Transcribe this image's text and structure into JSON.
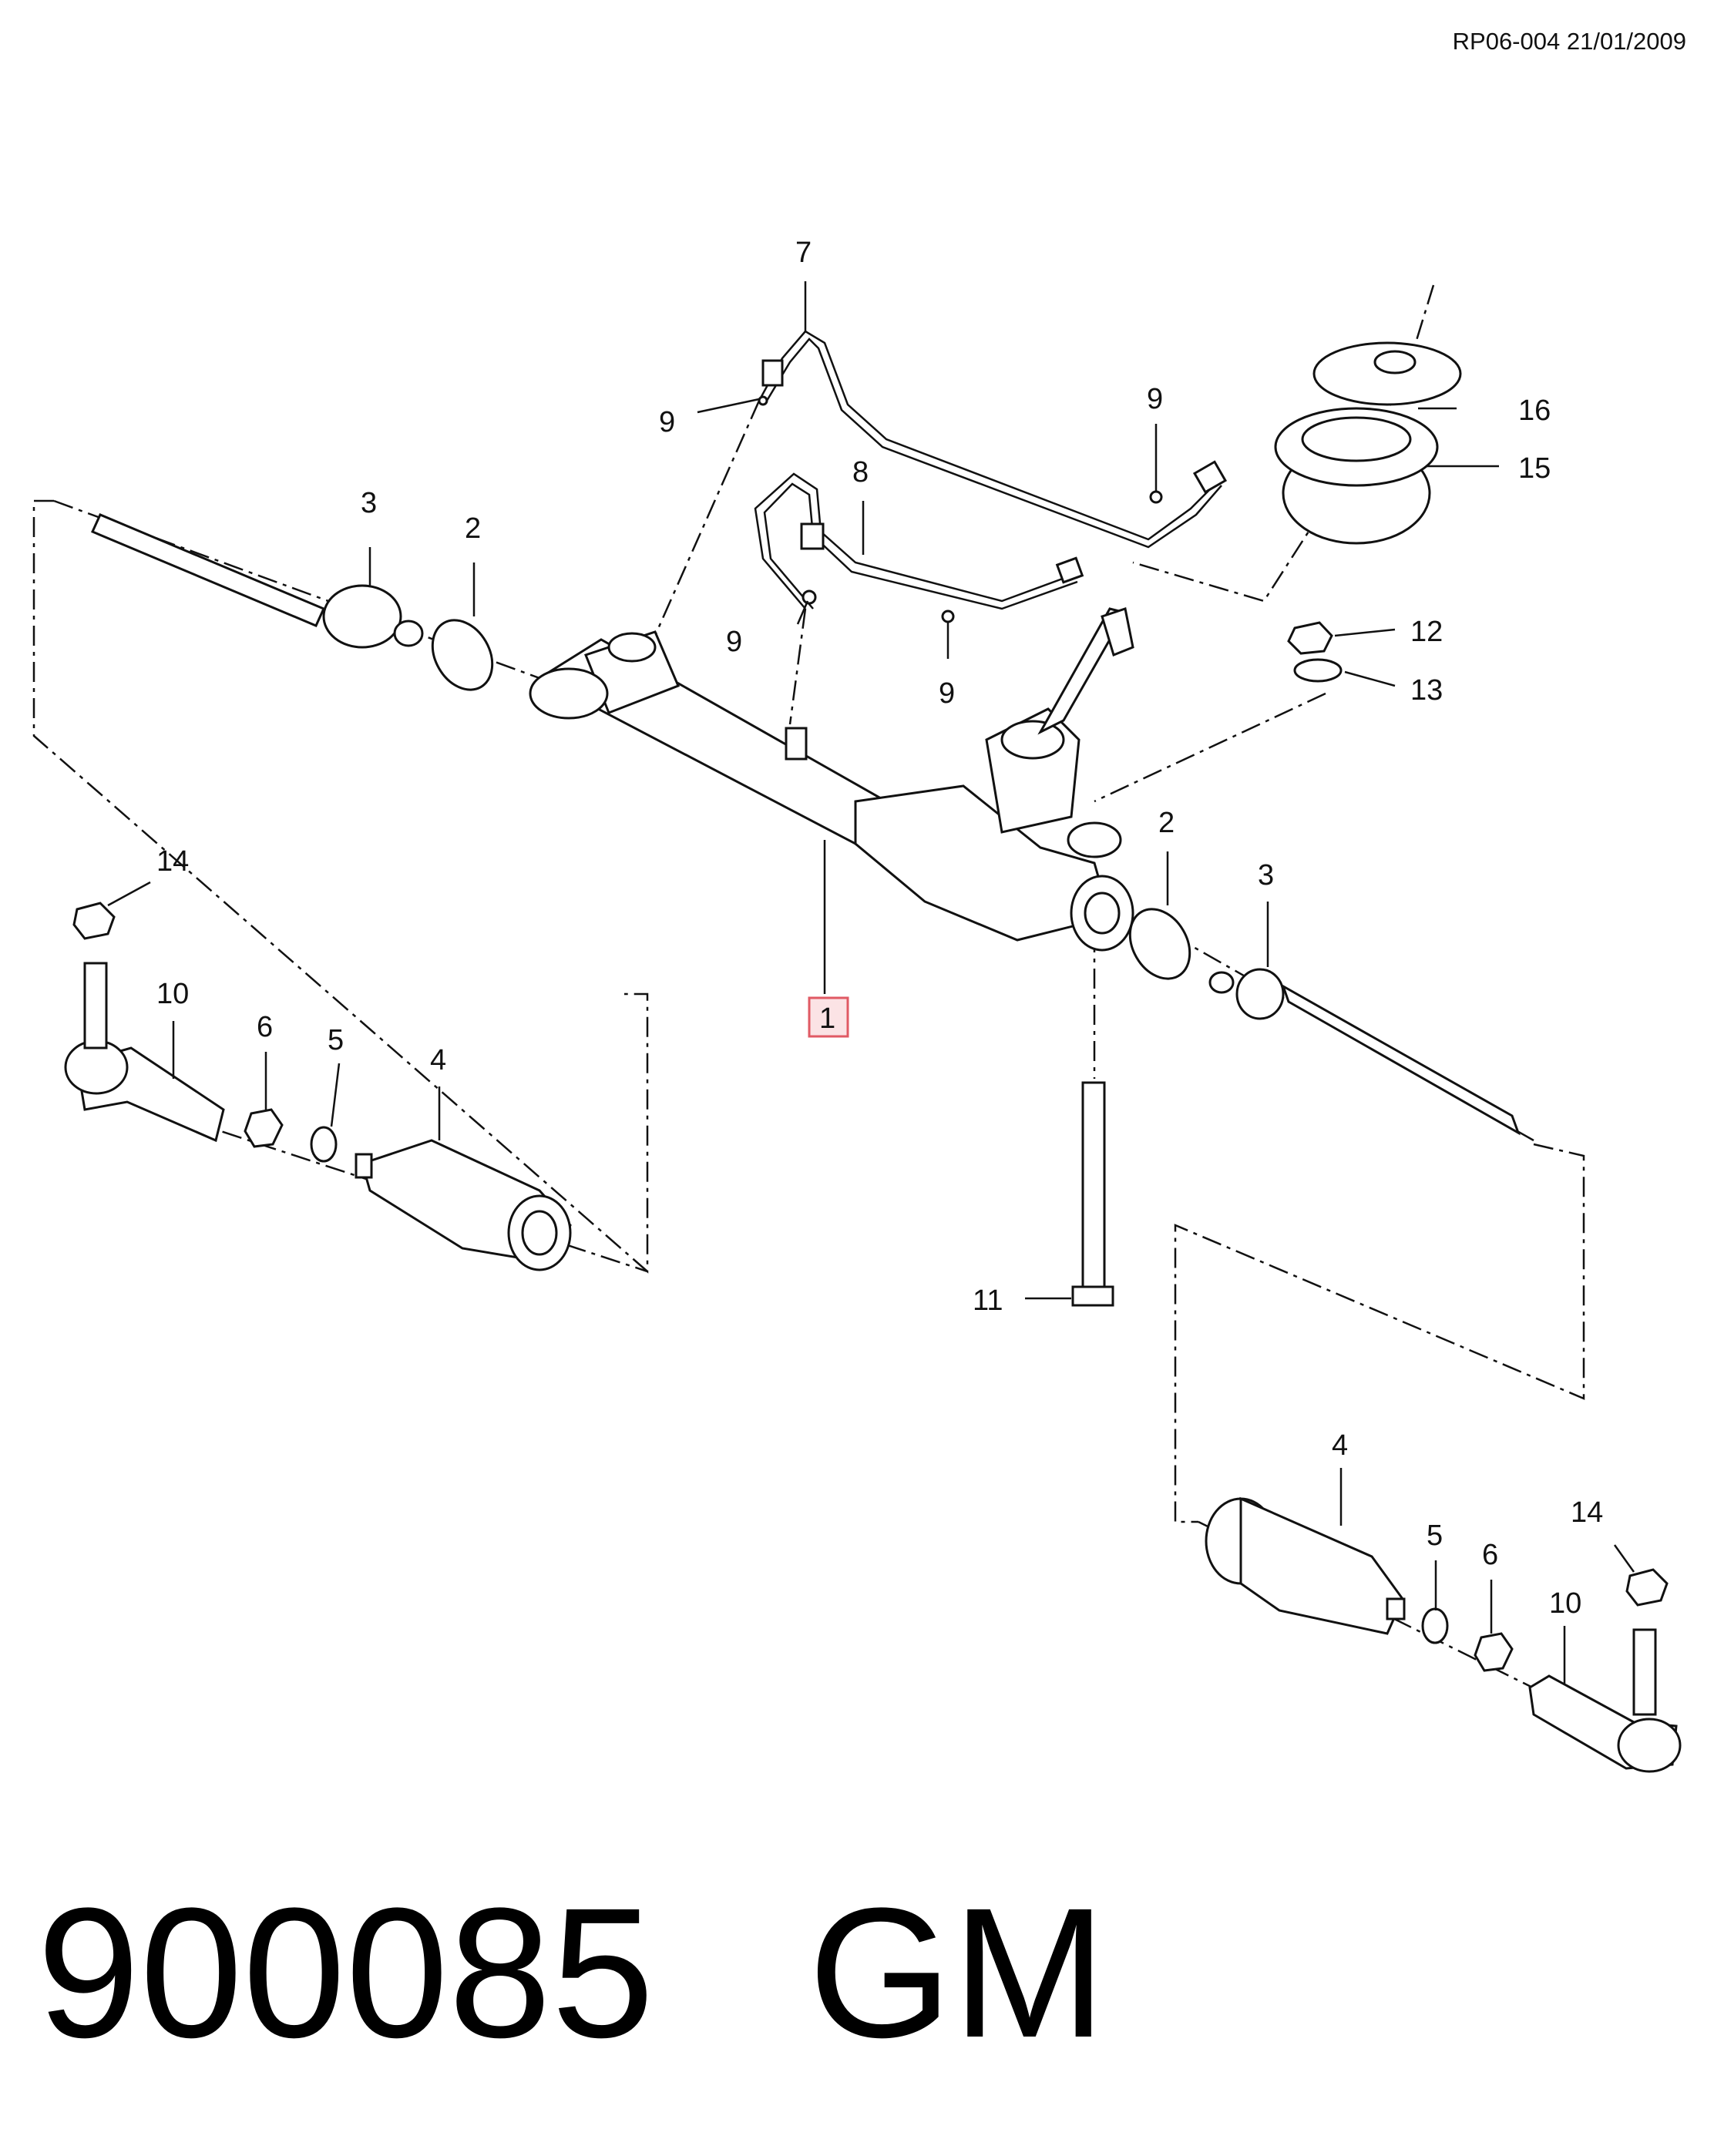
{
  "header": {
    "reference": "RP06-004 21/01/2009"
  },
  "footer": {
    "part_number": "900085",
    "brand": "GM"
  },
  "callouts": {
    "c1": "1",
    "c2a": "2",
    "c2b": "2",
    "c3a": "3",
    "c3b": "3",
    "c4a": "4",
    "c4b": "4",
    "c5a": "5",
    "c5b": "5",
    "c6a": "6",
    "c6b": "6",
    "c7": "7",
    "c8": "8",
    "c9a": "9",
    "c9b": "9",
    "c9c": "9",
    "c9d": "9",
    "c10a": "10",
    "c10b": "10",
    "c11": "11",
    "c12": "12",
    "c13": "13",
    "c14a": "14",
    "c14b": "14",
    "c15": "15",
    "c16": "16"
  },
  "highlighted_callout": "1",
  "highlight_color": "#e05a64"
}
